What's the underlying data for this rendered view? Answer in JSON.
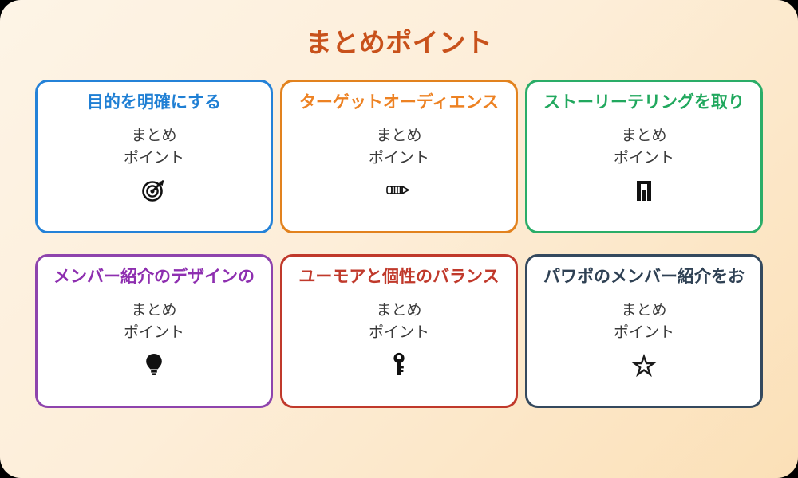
{
  "slide": {
    "title": "まとめポイント",
    "title_color": "#c8511b",
    "background_from": "#fdf4e6",
    "background_to": "#fbe0b7"
  },
  "cards": [
    {
      "title": "目的を明確にする",
      "body_line1": "まとめ",
      "body_line2": "ポイント",
      "icon": "target-icon",
      "accent_color": "#2482d8"
    },
    {
      "title": "ターゲットオーディエンス",
      "body_line1": "まとめ",
      "body_line2": "ポイント",
      "icon": "pencil-icon",
      "accent_color": "#e2821e"
    },
    {
      "title": "ストーリーテリングを取り",
      "body_line1": "まとめ",
      "body_line2": "ポイント",
      "icon": "bar-chart-icon",
      "accent_color": "#2aad68"
    },
    {
      "title": "メンバー紹介のデザインの",
      "body_line1": "まとめ",
      "body_line2": "ポイント",
      "icon": "lightbulb-icon",
      "accent_color": "#8e44ad"
    },
    {
      "title": "ユーモアと個性のバランス",
      "body_line1": "まとめ",
      "body_line2": "ポイント",
      "icon": "key-icon",
      "accent_color": "#c0392b"
    },
    {
      "title": "パワポのメンバー紹介をお",
      "body_line1": "まとめ",
      "body_line2": "ポイント",
      "icon": "star-icon",
      "accent_color": "#34495e"
    }
  ]
}
